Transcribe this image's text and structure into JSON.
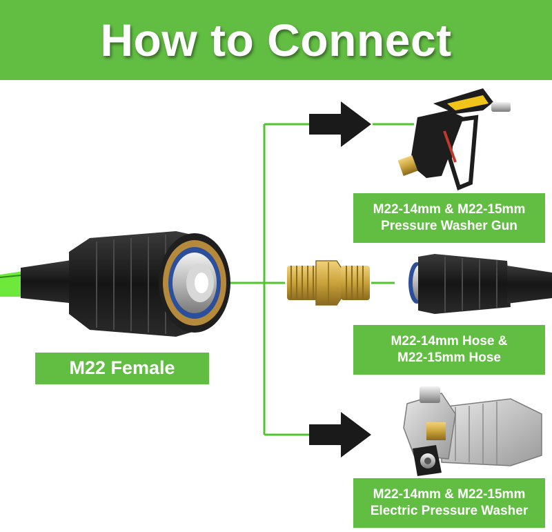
{
  "header": {
    "title": "How to Connect"
  },
  "labels": {
    "female": "M22 Female",
    "gun_line1": "M22-14mm & M22-15mm",
    "gun_line2": "Pressure Washer Gun",
    "hose_line1": "M22-14mm Hose &",
    "hose_line2": "M22-15mm Hose",
    "washer_line1": "M22-14mm & M22-15mm",
    "washer_line2": "Electric Pressure Washer"
  },
  "colors": {
    "brand_green": "#62bd43",
    "connector_line": "#4fc42f",
    "arrow": "#1a1a1a",
    "hose_green": "#6ee83a",
    "brass": "#c9a23a"
  },
  "icons": [
    "m22-female-fitting-icon",
    "pressure-washer-gun-icon",
    "brass-adapter-icon",
    "hose-fitting-icon",
    "electric-pressure-washer-pump-icon",
    "arrow-right-icon"
  ]
}
